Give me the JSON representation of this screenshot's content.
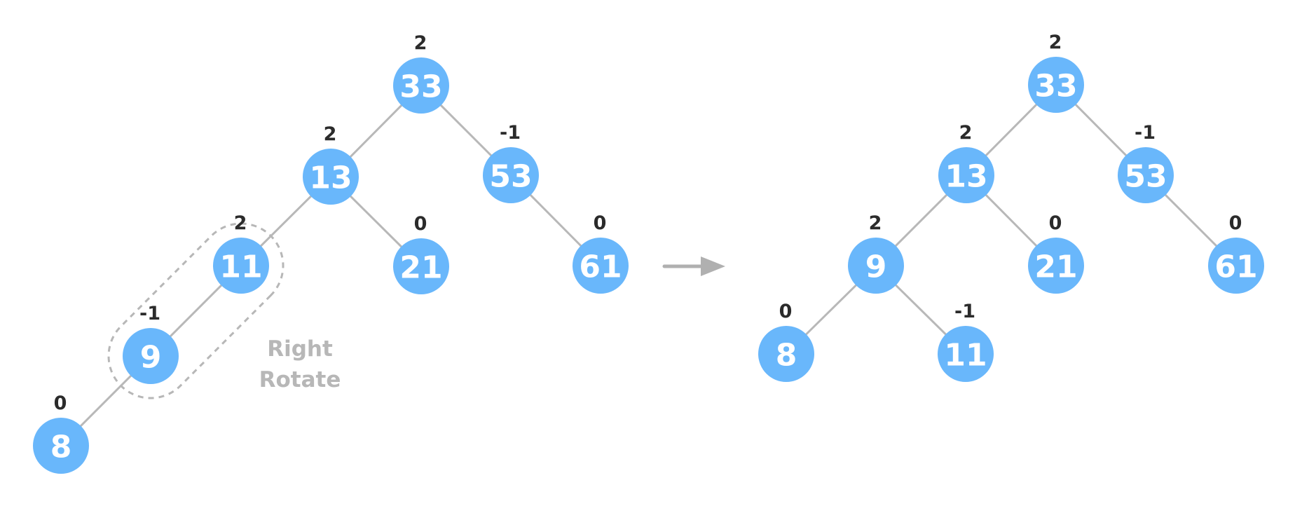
{
  "colors": {
    "node_fill": "#69b7fb",
    "node_text": "#ffffff",
    "edge": "#b8b8b8",
    "balance_text": "#2b2b2b",
    "annotation": "#b7b7b7",
    "highlight_outline": "#b7b7b7",
    "arrow": "#b0b0b0"
  },
  "annotation": {
    "line1": "Right",
    "line2": "Rotate"
  },
  "trees": [
    {
      "id": "before",
      "nodes": [
        {
          "id": "n33",
          "value": "33",
          "balance": "2"
        },
        {
          "id": "n13",
          "value": "13",
          "balance": "2"
        },
        {
          "id": "n53",
          "value": "53",
          "balance": "-1"
        },
        {
          "id": "n11",
          "value": "11",
          "balance": "2"
        },
        {
          "id": "n21",
          "value": "21",
          "balance": "0"
        },
        {
          "id": "n61",
          "value": "61",
          "balance": "0"
        },
        {
          "id": "n9",
          "value": "9",
          "balance": "-1"
        },
        {
          "id": "n8",
          "value": "8",
          "balance": "0"
        }
      ],
      "edges": [
        [
          "n33",
          "n13"
        ],
        [
          "n33",
          "n53"
        ],
        [
          "n13",
          "n11"
        ],
        [
          "n13",
          "n21"
        ],
        [
          "n53",
          "n61"
        ],
        [
          "n11",
          "n9"
        ],
        [
          "n9",
          "n8"
        ]
      ]
    },
    {
      "id": "after",
      "nodes": [
        {
          "id": "m33",
          "value": "33",
          "balance": "2"
        },
        {
          "id": "m13",
          "value": "13",
          "balance": "2"
        },
        {
          "id": "m53",
          "value": "53",
          "balance": "-1"
        },
        {
          "id": "m9",
          "value": "9",
          "balance": "2"
        },
        {
          "id": "m21",
          "value": "21",
          "balance": "0"
        },
        {
          "id": "m61",
          "value": "61",
          "balance": "0"
        },
        {
          "id": "m8",
          "value": "8",
          "balance": "0"
        },
        {
          "id": "m11",
          "value": "11",
          "balance": "-1"
        }
      ],
      "edges": [
        [
          "m33",
          "m13"
        ],
        [
          "m33",
          "m53"
        ],
        [
          "m13",
          "m9"
        ],
        [
          "m13",
          "m21"
        ],
        [
          "m53",
          "m61"
        ],
        [
          "m9",
          "m8"
        ],
        [
          "m9",
          "m11"
        ]
      ]
    }
  ]
}
